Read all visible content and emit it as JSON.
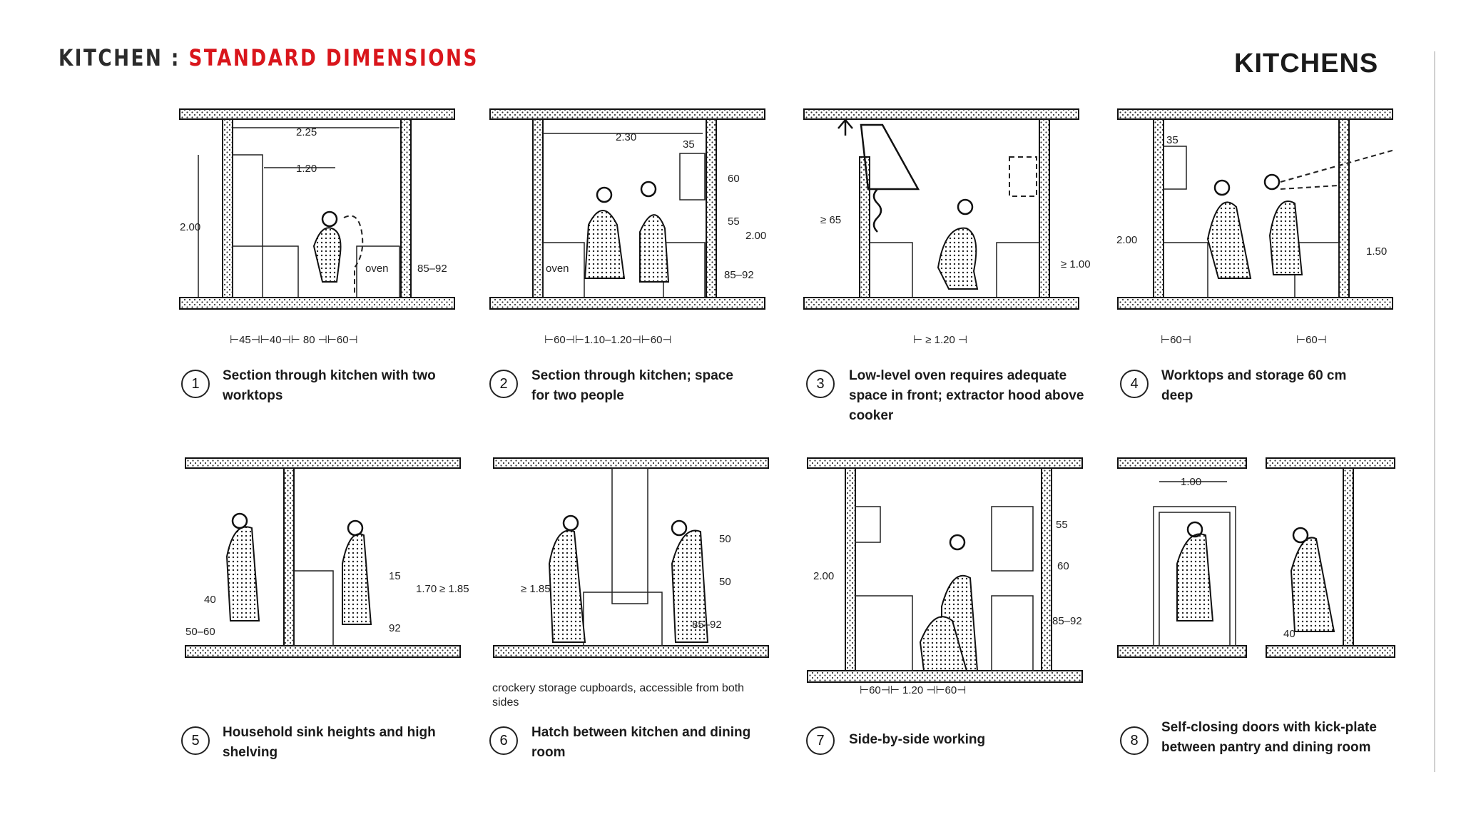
{
  "slide": {
    "title_part1": "KITCHEN : ",
    "title_part2": "STANDARD DIMENSIONS",
    "heading": "KITCHENS"
  },
  "panels": [
    {
      "number": "1",
      "caption": "Section through kitchen with two worktops",
      "labels": [
        "2.25",
        "1.20",
        "2.00",
        "oven",
        "85–92"
      ],
      "dimensions": "⊢45⊣⊢40⊣⊢ 80 ⊣⊢60⊣"
    },
    {
      "number": "2",
      "caption": "Section through kitchen; space for two people",
      "labels": [
        "2.30",
        "35",
        "60",
        "55",
        "2.00",
        "85–92",
        "oven"
      ],
      "dimensions": "⊢60⊣⊢1.10–1.20⊣⊢60⊣"
    },
    {
      "number": "3",
      "caption": "Low-level oven requires adequate space in front; extractor hood above cooker",
      "labels": [
        "≥ 65",
        "≥ 1.00"
      ],
      "dimensions": "⊢ ≥ 1.20 ⊣"
    },
    {
      "number": "4",
      "caption": "Worktops and storage 60 cm deep",
      "labels": [
        "35",
        "2.00",
        "1.50"
      ],
      "dimensions_left": "⊢60⊣",
      "dimensions_right": "⊢60⊣"
    },
    {
      "number": "5",
      "caption": "Household sink heights and high shelving",
      "labels": [
        "40",
        "50–60",
        "15",
        "92",
        "1.70",
        "≥ 1.85"
      ]
    },
    {
      "number": "6",
      "caption": "Hatch between kitchen and dining room",
      "labels": [
        "≥ 1.85",
        "50",
        "50",
        "85–92"
      ],
      "note": "crockery storage cupboards, accessible from both sides"
    },
    {
      "number": "7",
      "caption": "Side-by-side working",
      "labels": [
        "2.00",
        "55",
        "60",
        "85–92"
      ],
      "dimensions": "⊢60⊣⊢ 1.20 ⊣⊢60⊣"
    },
    {
      "number": "8",
      "caption": "Self-closing doors with kick-plate between pantry and dining room",
      "labels": [
        "1.00",
        "40"
      ]
    }
  ]
}
